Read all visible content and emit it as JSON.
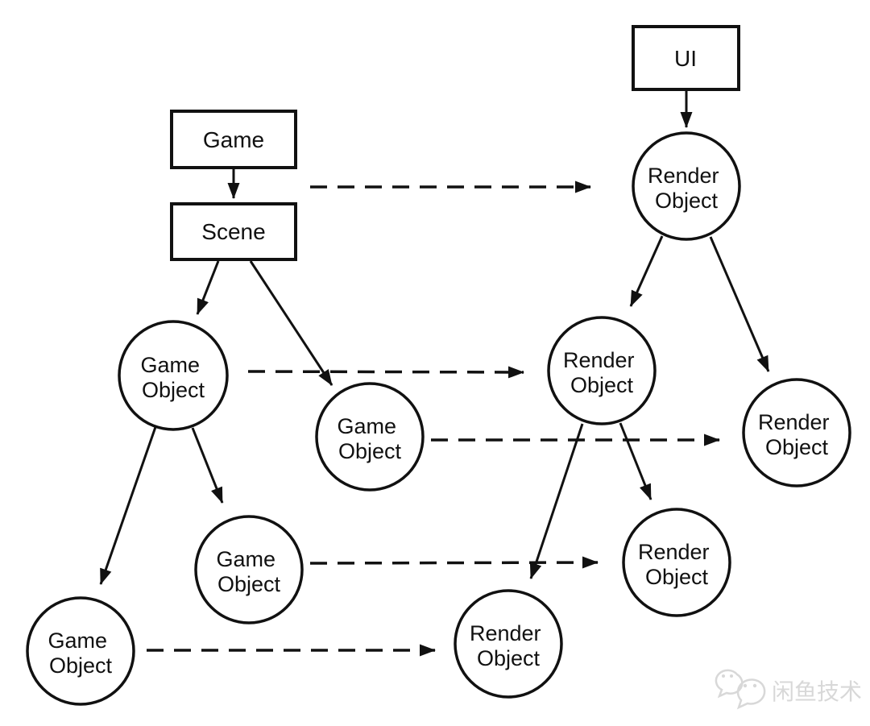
{
  "diagram": {
    "title_hint": "Game scene tree to render object tree mapping",
    "colors": {
      "background": "#ffffff",
      "line": "#111111",
      "watermark": "#d8d8d8"
    },
    "nodes": {
      "game": {
        "label": "Game"
      },
      "scene": {
        "label": "Scene"
      },
      "ui": {
        "label": "UI"
      },
      "game_object_1": {
        "line1": "Game",
        "line2": "Object"
      },
      "game_object_2": {
        "line1": "Game",
        "line2": "Object"
      },
      "game_object_3": {
        "line1": "Game",
        "line2": "Object"
      },
      "game_object_4": {
        "line1": "Game",
        "line2": "Object"
      },
      "render_object_1": {
        "line1": "Render",
        "line2": "Object"
      },
      "render_object_2": {
        "line1": "Render",
        "line2": "Object"
      },
      "render_object_3": {
        "line1": "Render",
        "line2": "Object"
      },
      "render_object_4": {
        "line1": "Render",
        "line2": "Object"
      },
      "render_object_5": {
        "line1": "Render",
        "line2": "Object"
      }
    },
    "solid_edges": [
      {
        "from": "game",
        "to": "scene"
      },
      {
        "from": "ui",
        "to": "render_object_1"
      },
      {
        "from": "scene",
        "to": "game_object_1"
      },
      {
        "from": "scene",
        "to": "game_object_2"
      },
      {
        "from": "game_object_1",
        "to": "game_object_4"
      },
      {
        "from": "game_object_1",
        "to": "game_object_3"
      },
      {
        "from": "render_object_1",
        "to": "render_object_2"
      },
      {
        "from": "render_object_1",
        "to": "render_object_3"
      },
      {
        "from": "render_object_2",
        "to": "render_object_5"
      },
      {
        "from": "render_object_2",
        "to": "render_object_4"
      }
    ],
    "dashed_mappings": [
      {
        "from": "game/scene",
        "to": "render_object_1"
      },
      {
        "from": "game_object_1",
        "to": "render_object_2"
      },
      {
        "from": "game_object_2",
        "to": "render_object_3"
      },
      {
        "from": "game_object_3",
        "to": "render_object_4"
      },
      {
        "from": "game_object_4",
        "to": "render_object_5"
      }
    ],
    "watermark": {
      "text": "闲鱼技术",
      "icon": "wechat-chat-bubbles-icon"
    }
  }
}
